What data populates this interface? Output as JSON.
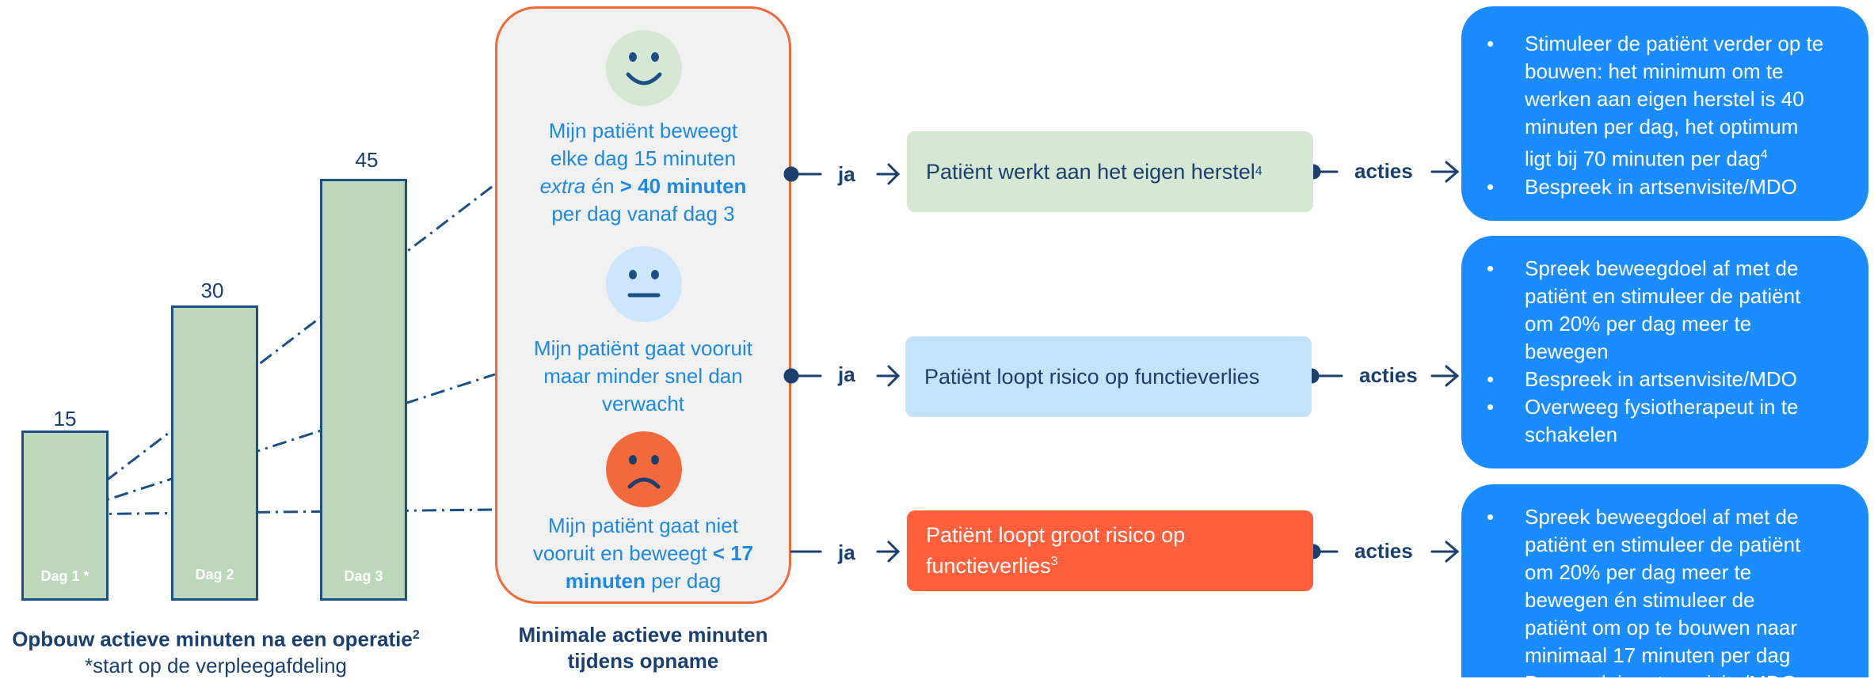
{
  "bars": [
    {
      "label": "Dag 1 *",
      "value": "15"
    },
    {
      "label": "Dag 2",
      "value": "30"
    },
    {
      "label": "Dag 3",
      "value": "45"
    }
  ],
  "left_caption": {
    "title": "Opbouw actieve minuten na een operatie",
    "title_sup": "2",
    "subtitle": "*start op de verpleegafdeling"
  },
  "center": {
    "caption_line1": "Minimale actieve minuten",
    "caption_line2": "tijdens opname",
    "criteria": [
      {
        "face": "happy-face-icon",
        "color": "#d6e8d3",
        "line1": "Mijn patiënt beweegt",
        "line2": "elke dag 15 minuten",
        "line3_italic": "extra",
        "line3_mid": " én ",
        "line3_bold": "> 40 minuten",
        "line4": "per dag vanaf dag 3"
      },
      {
        "face": "neutral-face-icon",
        "color": "#cde6fb",
        "line1": "Mijn patiënt gaat vooruit",
        "line2": "maar minder snel dan",
        "line3": "verwacht"
      },
      {
        "face": "sad-face-icon",
        "color": "#f26a3b",
        "line1": "Mijn patiënt gaat niet",
        "line2_pre": "vooruit en beweegt ",
        "line2_bold": "< 17",
        "line3_bold": "minuten",
        "line3_post": " per dag"
      }
    ]
  },
  "ja_label": "ja",
  "acties_label": "acties",
  "statuses": [
    {
      "text": "Patiënt werkt aan het eigen herstel",
      "sup": "4"
    },
    {
      "text": "Patiënt loopt risico op functieverlies",
      "sup": ""
    },
    {
      "line1": "Patiënt loopt groot risico op",
      "line2": "functieverlies",
      "sup": "3"
    }
  ],
  "actions": [
    {
      "items": [
        {
          "lines": [
            "Stimuleer de patiënt verder op te",
            "bouwen: het minimum om te",
            "werken aan eigen herstel is 40",
            "minuten per dag, het optimum",
            "ligt bij 70 minuten per dag"
          ],
          "sup": "4"
        },
        {
          "lines": [
            "Bespreek in artsenvisite/MDO"
          ],
          "sup": ""
        }
      ]
    },
    {
      "items": [
        {
          "lines": [
            "Spreek beweegdoel af met de",
            "patiënt en stimuleer de patiënt",
            "om 20% per dag meer te",
            "bewegen"
          ],
          "sup": ""
        },
        {
          "lines": [
            "Bespreek in artsenvisite/MDO"
          ],
          "sup": ""
        },
        {
          "lines": [
            "Overweeg fysiotherapeut in te",
            "schakelen"
          ],
          "sup": ""
        }
      ]
    },
    {
      "items": [
        {
          "lines": [
            "Spreek beweegdoel af met de",
            "patiënt en stimuleer de patiënt",
            "om 20% per dag meer te",
            "bewegen én stimuleer de",
            "patiënt om op te bouwen naar",
            "minimaal 17 minuten per dag"
          ],
          "sup": ""
        },
        {
          "lines": [
            "Bespreek in artsenvisite/MDO"
          ],
          "sup": ""
        }
      ]
    }
  ],
  "colors": {
    "navy": "#1b3f6e",
    "green_fill": "#bcd7b9",
    "light_blue": "#c5e2fb",
    "orange": "#ff5f3b",
    "action_blue": "#1a8cff",
    "text_blue": "#1e88e5"
  }
}
